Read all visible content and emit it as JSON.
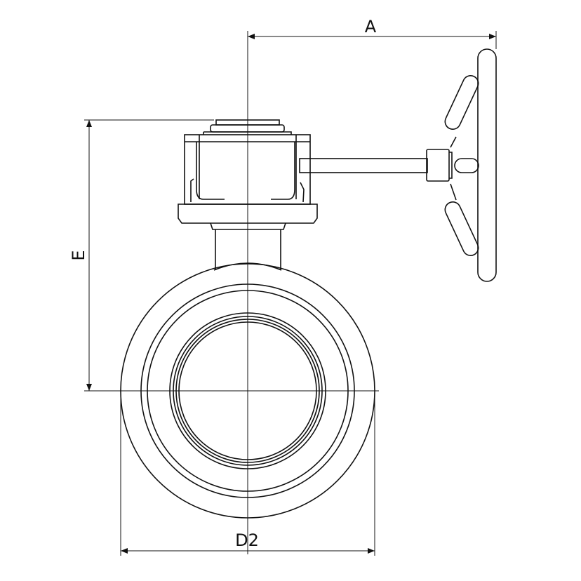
{
  "labels": {
    "dim_a": "A",
    "dim_e": "E",
    "dim_d2": "D2"
  },
  "colors": {
    "line": "#111111",
    "background": "#ffffff"
  }
}
